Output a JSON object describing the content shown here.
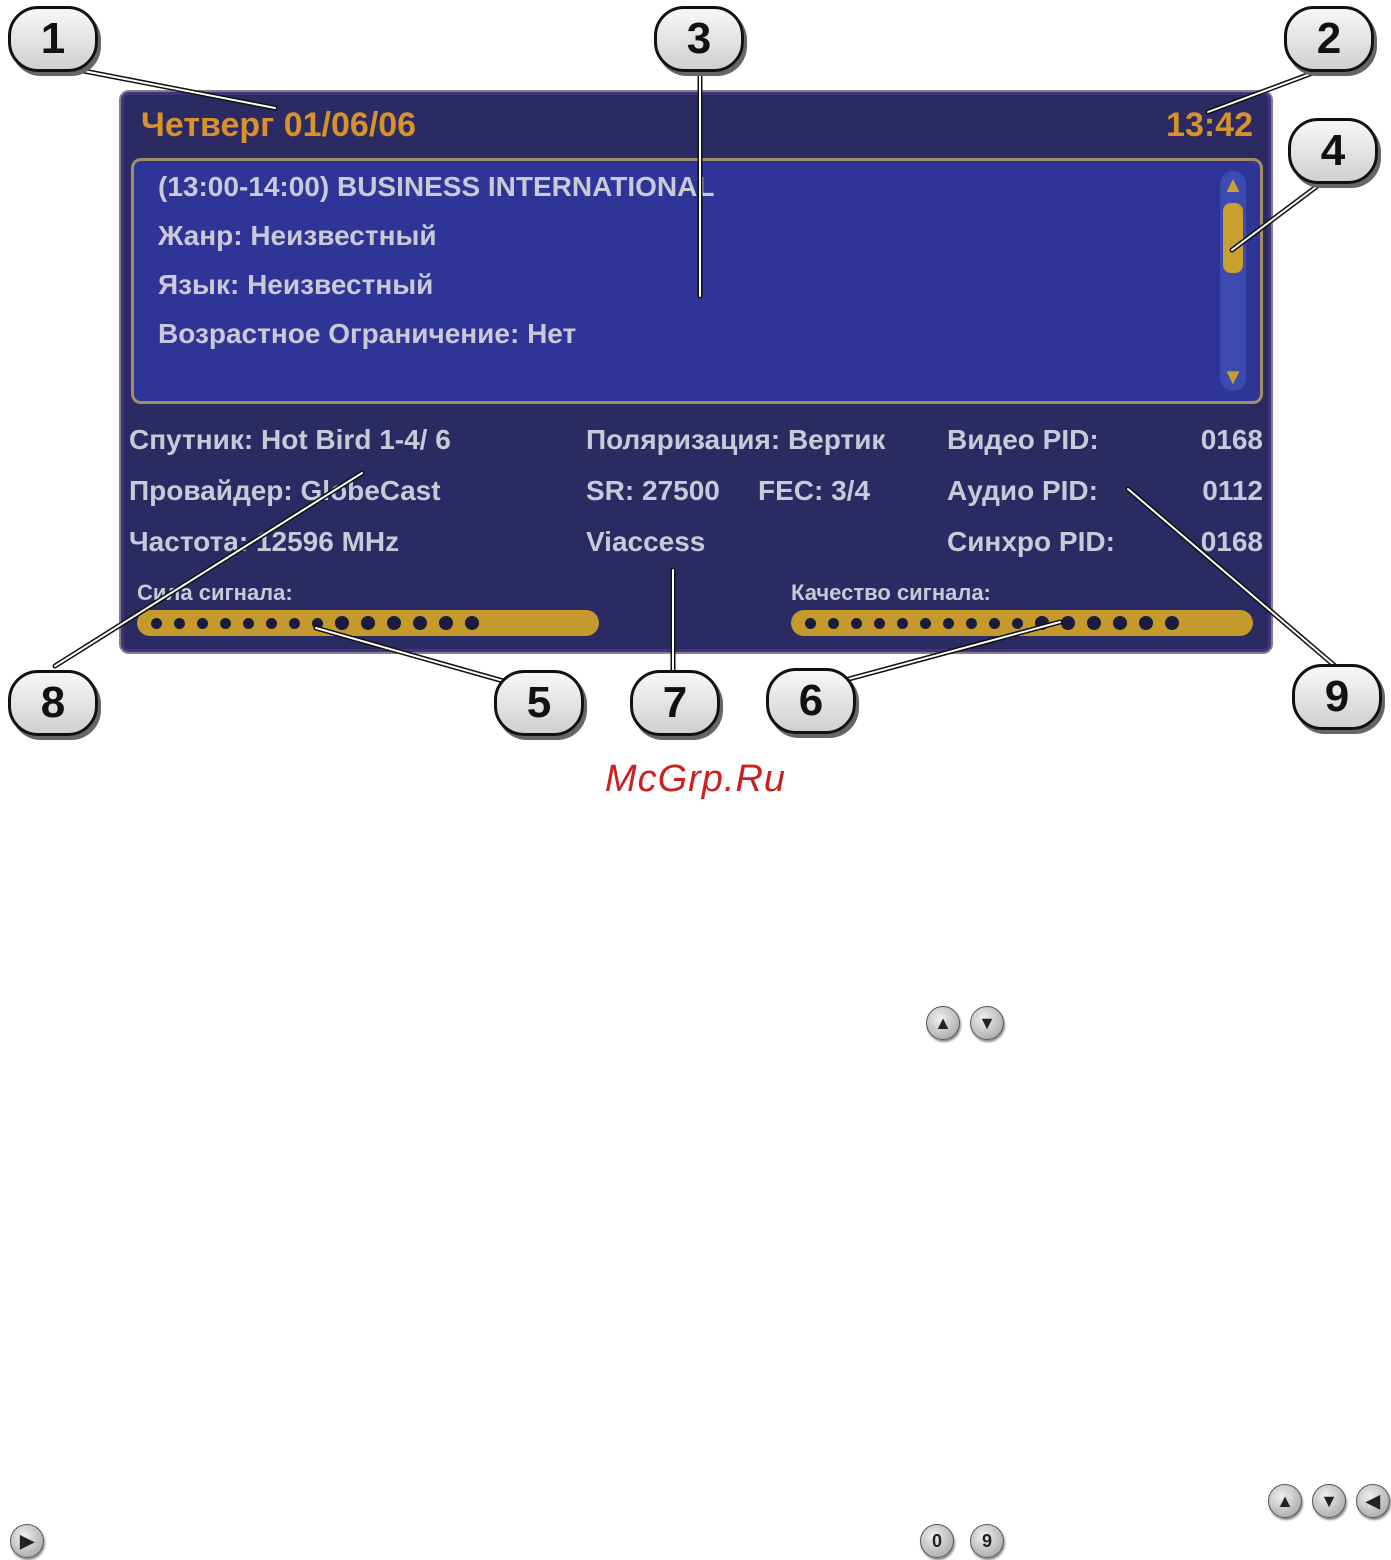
{
  "header": {
    "date": "Четверг 01/06/06",
    "time": "13:42"
  },
  "program_info": {
    "lines": [
      "(13:00-14:00) BUSINESS INTERNATIONAL",
      "Жанр: Неизвестный",
      "Язык: Неизвестный",
      "Возрастное Ограничение: Нет"
    ]
  },
  "scrollbar": {
    "up_glyph": "▲",
    "down_glyph": "▼",
    "up_icon": "arrow-up-icon",
    "down_icon": "arrow-down-icon"
  },
  "tech": {
    "satellite": "Спутник: Hot Bird 1-4/ 6",
    "provider": "Провайдер: GlobeCast",
    "frequency": "Частота: 12596 MHz",
    "polarization": "Поляризация: Вертик",
    "sr": "SR: 27500",
    "fec": "FEC: 3/4",
    "encryption": "Viaccess",
    "video_pid_label": "Видео PID:",
    "video_pid": "0168",
    "audio_pid_label": "Аудио PID:",
    "audio_pid": "0112",
    "sync_pid_label": "Синхро PID:",
    "sync_pid": "0168"
  },
  "signal": {
    "strength_label": "Сила сигнала:",
    "strength_dots": 14,
    "quality_label": "Качество сигнала:",
    "quality_dots": 16
  },
  "callouts": [
    "1",
    "2",
    "3",
    "4",
    "5",
    "6",
    "7",
    "8",
    "9"
  ],
  "watermark": "McGrp.Ru",
  "icons": {
    "up": "▲",
    "down": "▼",
    "left": "◀",
    "right": "▶",
    "zero": "0",
    "nine": "9"
  },
  "colors": {
    "panel": "#2b2a63",
    "accent": "#d8922c",
    "bar": "#c59a2c",
    "info_box": "#2e3596"
  }
}
